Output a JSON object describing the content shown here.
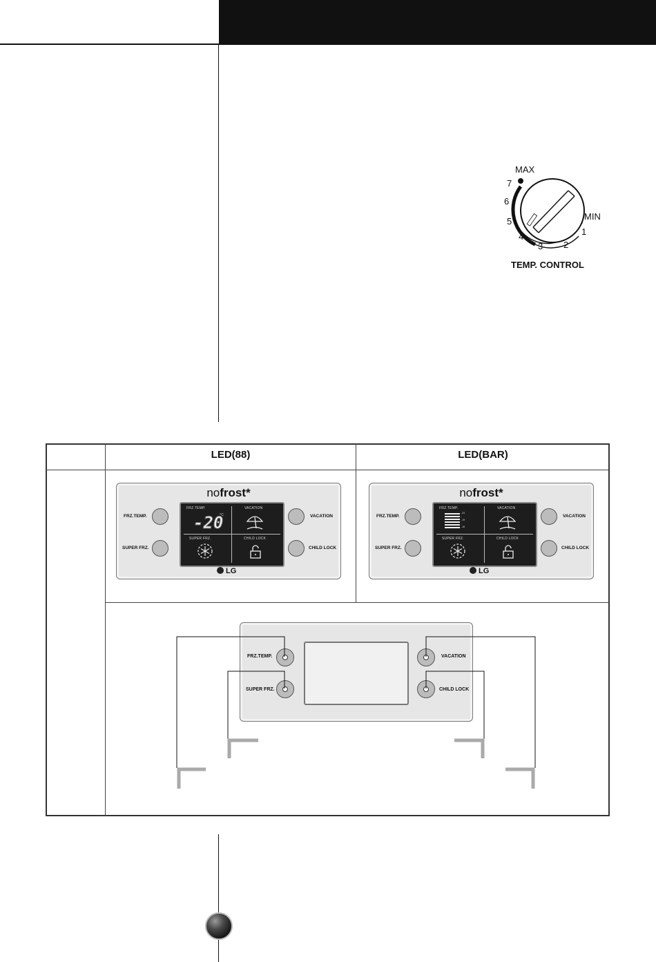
{
  "dial": {
    "max_label": "MAX",
    "min_label": "MIN",
    "positions": [
      "1",
      "2",
      "3",
      "4",
      "5",
      "6",
      "7"
    ],
    "caption": "TEMP. CONTROL"
  },
  "table": {
    "col1_header": "LED(88)",
    "col2_header": "LED(BAR)"
  },
  "panel": {
    "brand_light": "no",
    "brand_bold": "frost*",
    "frz_temp": "FRZ.TEMP.",
    "super_frz": "SUPER FRZ.",
    "vacation": "VACATION",
    "child_lock": "CHILD LOCK",
    "lcd_frz_temp": "FRZ.TEMP.",
    "lcd_vacation": "VACATION",
    "lcd_super_frz": "SUPER FRZ.",
    "lcd_child_lock": "CHILD LOCK",
    "logo": "LG",
    "temp_reading": "-20",
    "temp_unit": "°C",
    "bar_levels": [
      "-23",
      "-",
      "-19",
      "-",
      "-16"
    ]
  }
}
